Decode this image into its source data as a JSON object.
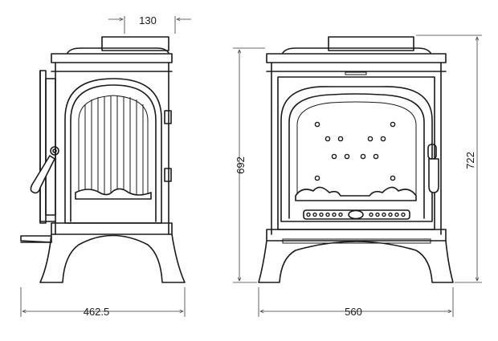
{
  "dimensions": {
    "top_offset": "130",
    "side_depth": "462.5",
    "front_width": "560",
    "front_height": "692",
    "total_height": "722"
  }
}
